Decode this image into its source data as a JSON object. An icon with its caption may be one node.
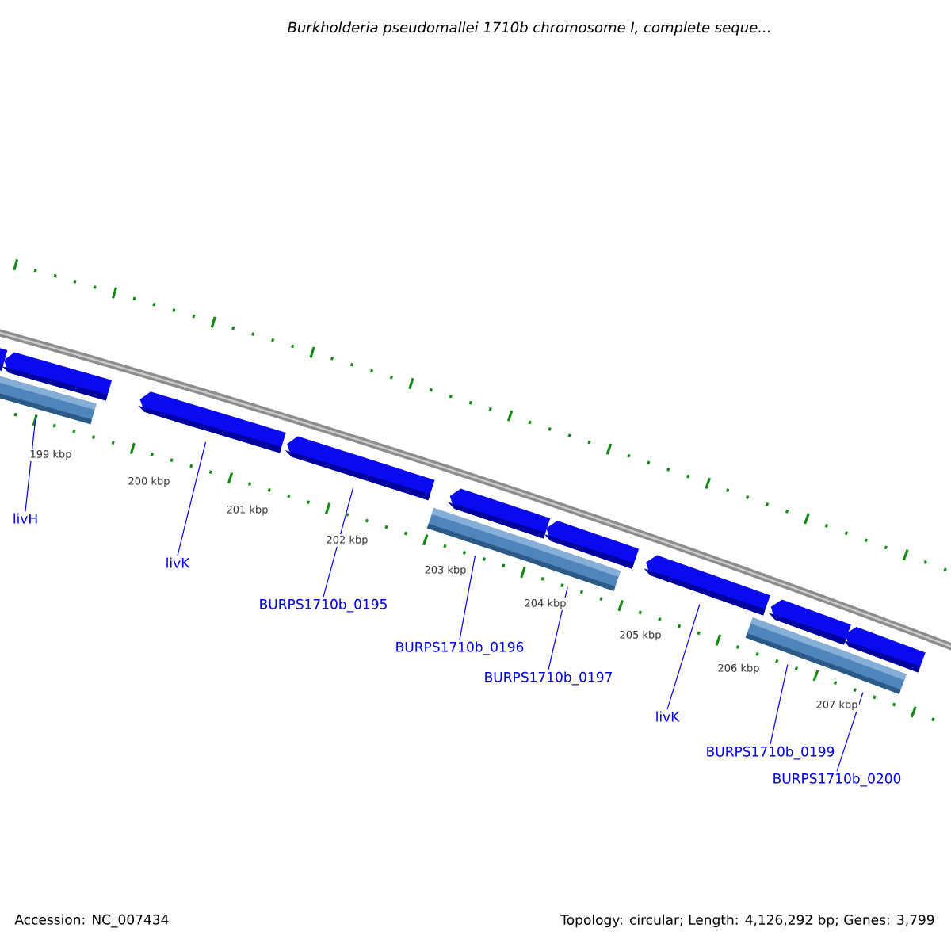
{
  "diagram": {
    "title": "Burkholderia pseudomallei 1710b chromosome I, complete seque...",
    "nodes": [
      {
        "text": [],
        "shape": "arrow"
      },
      {
        "text": [],
        "shape": "bar"
      },
      {
        "text": [],
        "shape": "arrow"
      },
      {
        "text": [],
        "shape": "arrow"
      },
      {
        "text": [],
        "shape": "arrow"
      },
      {
        "text": [],
        "shape": "bar"
      },
      {
        "text": [],
        "shape": "arrow"
      },
      {
        "text": [],
        "shape": "bar"
      },
      {
        "text": [],
        "shape": "arrow"
      },
      {
        "text": [],
        "shape": "arrow"
      },
      {
        "text": [],
        "shape": "bar"
      },
      {
        "text": [],
        "shape": "arrow"
      },
      {
        "text": [],
        "shape": "bar"
      },
      {
        "text": [],
        "shape": "arrow"
      },
      {
        "text": [
          "livH"
        ]
      },
      {
        "text": [
          "livK"
        ]
      },
      {
        "text": [
          "BURPS1710b_0195"
        ]
      },
      {
        "text": [
          "BURPS1710b_0196"
        ]
      },
      {
        "text": [
          "BURPS1710b_0197"
        ]
      },
      {
        "text": [
          "livK"
        ]
      },
      {
        "text": [
          "BURPS1710b_0199"
        ]
      },
      {
        "text": [
          "BURPS1710b_0200"
        ]
      }
    ],
    "edges": [
      {
        "from": 14,
        "to": 1,
        "arrow": "none"
      },
      {
        "from": 15,
        "to": 3,
        "arrow": "none"
      },
      {
        "from": 16,
        "to": 4,
        "arrow": "none"
      },
      {
        "from": 17,
        "to": 5,
        "arrow": "none"
      },
      {
        "from": 18,
        "to": 7,
        "arrow": "none"
      },
      {
        "from": 19,
        "to": 9,
        "arrow": "none"
      },
      {
        "from": 20,
        "to": 10,
        "arrow": "none"
      },
      {
        "from": 21,
        "to": 12,
        "arrow": "none"
      }
    ],
    "labels": [
      "199 kbp",
      "200 kbp",
      "201 kbp",
      "202 kbp",
      "203 kbp",
      "204 kbp",
      "205 kbp",
      "206 kbp",
      "207 kbp",
      "Accession: NC_007434",
      "Topology: circular; Length: 4,126,292 bp; Genes: 3,799"
    ]
  }
}
